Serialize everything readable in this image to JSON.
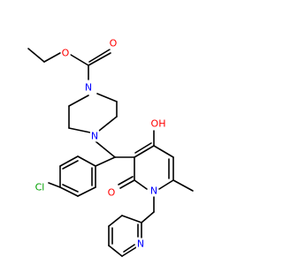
{
  "structure": {
    "colors": {
      "bond": "#000000",
      "oxygen": "#ff0000",
      "nitrogen": "#0000ff",
      "chlorine": "#00a000",
      "background": "#ffffff"
    },
    "labels": {
      "carbonyl_o": "O",
      "ester_o": "O",
      "piperazine_n_top": "N",
      "piperazine_n_bottom": "N",
      "hydroxyl": "OH",
      "chloro": "Cl",
      "pyridinone_o": "O",
      "pyridinone_n": "N",
      "pyridine_n": "N"
    }
  }
}
